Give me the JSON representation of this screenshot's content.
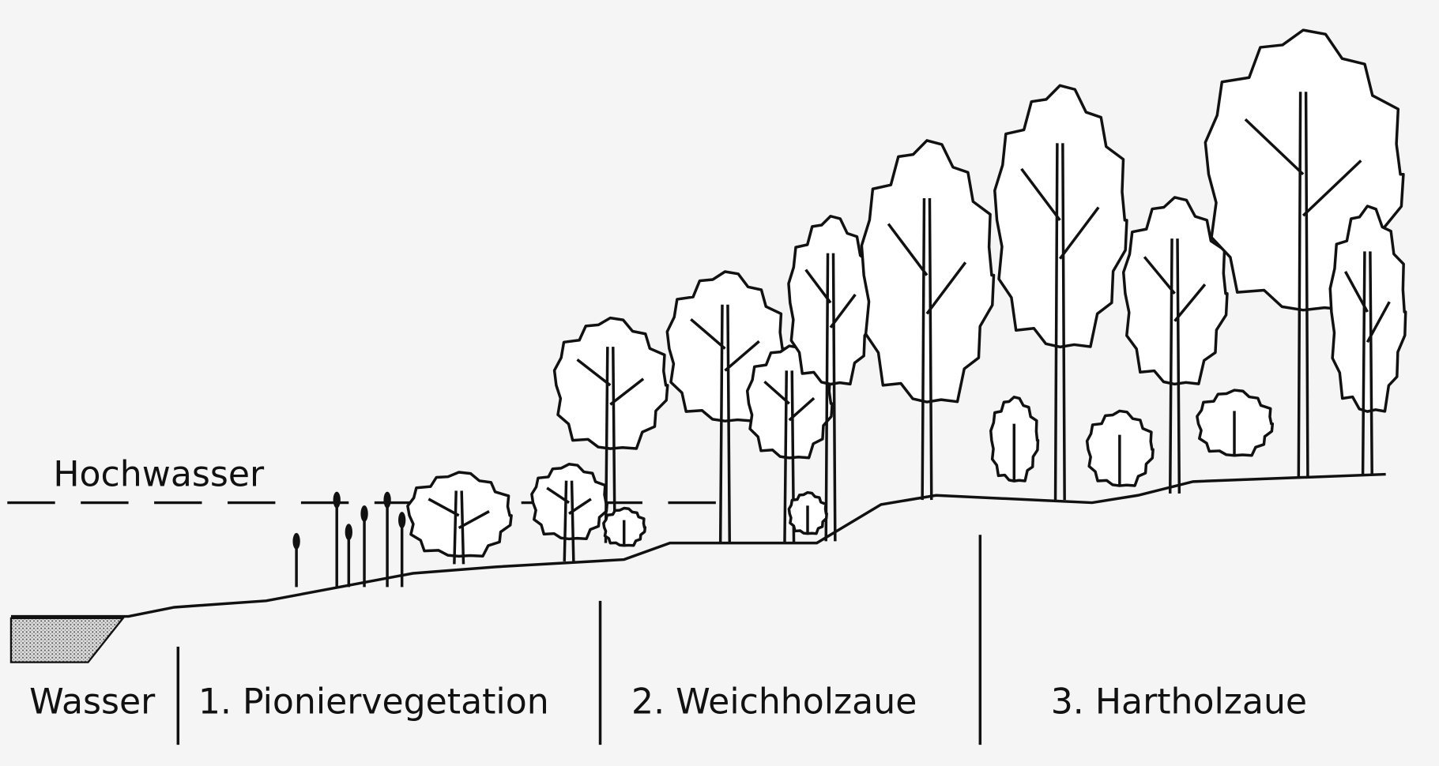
{
  "labels": {
    "flood_line": "Hochwasser",
    "zone_water": "Wasser",
    "zone_pioneer": "1. Pioniervegetation",
    "zone_softwood": "2. Weichholzaue",
    "zone_hardwood": "3. Hartholzaue"
  },
  "colors": {
    "ink": "#111111",
    "background": "#f5f5f5",
    "water": "#cccccc"
  }
}
